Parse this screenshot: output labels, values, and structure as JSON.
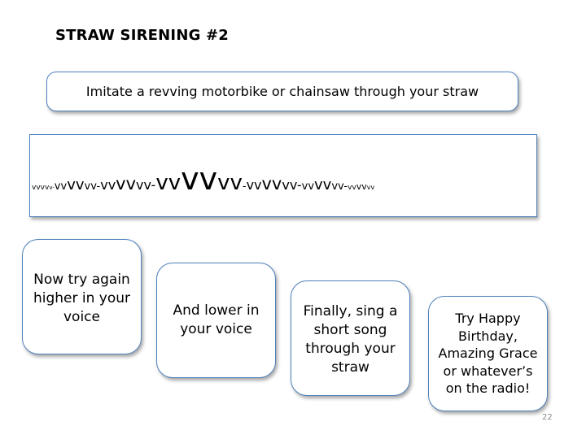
{
  "slide": {
    "title": "STRAW SIRENING #2",
    "instruction": "Imitate a revving motorbike or chainsaw through your straw",
    "siren_segments": [
      {
        "text": "vvvv",
        "size": 9
      },
      {
        "text": "v-",
        "size": 7
      },
      {
        "text": "vv",
        "size": 13
      },
      {
        "text": "vv",
        "size": 18
      },
      {
        "text": "vv-",
        "size": 13
      },
      {
        "text": "vv",
        "size": 16
      },
      {
        "text": "vv",
        "size": 21
      },
      {
        "text": "vv-",
        "size": 16
      },
      {
        "text": "vv",
        "size": 26
      },
      {
        "text": "vv",
        "size": 38
      },
      {
        "text": "vv",
        "size": 26
      },
      {
        "text": "-",
        "size": 13
      },
      {
        "text": "vv",
        "size": 16
      },
      {
        "text": "vv",
        "size": 21
      },
      {
        "text": "vv-",
        "size": 16
      },
      {
        "text": "vv",
        "size": 13
      },
      {
        "text": "vv",
        "size": 18
      },
      {
        "text": "vv-",
        "size": 13
      },
      {
        "text": "vv",
        "size": 9
      },
      {
        "text": "vv",
        "size": 11
      },
      {
        "text": "vv",
        "size": 8
      }
    ],
    "cards": [
      "Now try again higher in your voice",
      "And lower in your voice",
      "Finally, sing a short song through your straw",
      "Try Happy Birthday, Amazing Grace or whatever’s on the radio!"
    ],
    "page_number": "22"
  }
}
